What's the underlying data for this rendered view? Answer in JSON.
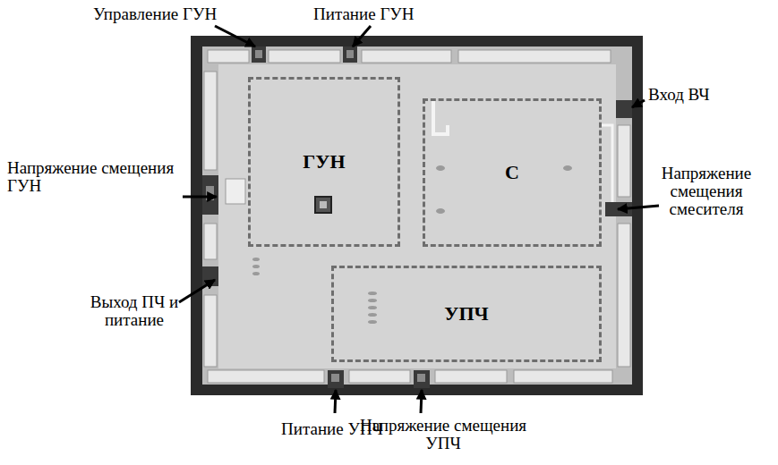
{
  "diagram": {
    "nodes": [
      {
        "text": [
          "ГУН"
        ]
      },
      {
        "text": [
          "С"
        ]
      },
      {
        "text": [
          "УПЧ"
        ]
      }
    ],
    "labels": [
      "Управление ГУН",
      "Питание ГУН",
      "Вход ВЧ",
      "Напряжение смещения ГУН",
      "Напряжение смещения смесителя",
      "Выход ПЧ и питание",
      "Питание УПЧ",
      "Напряжение смещения УПЧ"
    ]
  }
}
